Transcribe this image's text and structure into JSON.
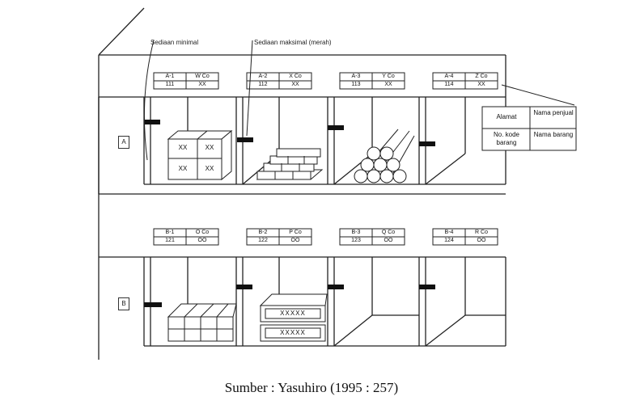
{
  "annotations": {
    "min_stock": "Sediaan minimal",
    "max_stock": "Sediaan maksimal (merah)"
  },
  "rows": [
    {
      "label": "A",
      "labels": [
        {
          "code": "A-1",
          "name": "W Co",
          "no": "111",
          "brand": "XX"
        },
        {
          "code": "A-2",
          "name": "X Co",
          "no": "112",
          "brand": "XX"
        },
        {
          "code": "A-3",
          "name": "Y Co",
          "no": "113",
          "brand": "XX"
        },
        {
          "code": "A-4",
          "name": "Z Co",
          "no": "114",
          "brand": "XX"
        }
      ]
    },
    {
      "label": "B",
      "labels": [
        {
          "code": "B-1",
          "name": "O Co",
          "no": "121",
          "brand": "OO"
        },
        {
          "code": "B-2",
          "name": "P Co",
          "no": "122",
          "brand": "OO"
        },
        {
          "code": "B-3",
          "name": "Q Co",
          "no": "123",
          "brand": "OO"
        },
        {
          "code": "B-4",
          "name": "R Co",
          "no": "124",
          "brand": "OO"
        }
      ]
    }
  ],
  "legend": {
    "top_left": "Alamat",
    "top_right": "Nama penjual",
    "bottom_left": "No. kode barang",
    "bottom_right": "Nama barang"
  },
  "box_marks": {
    "crate_mark": "XX",
    "long_box_mark": "XXXXX"
  },
  "caption": "Sumber : Yasuhiro (1995 : 257)"
}
